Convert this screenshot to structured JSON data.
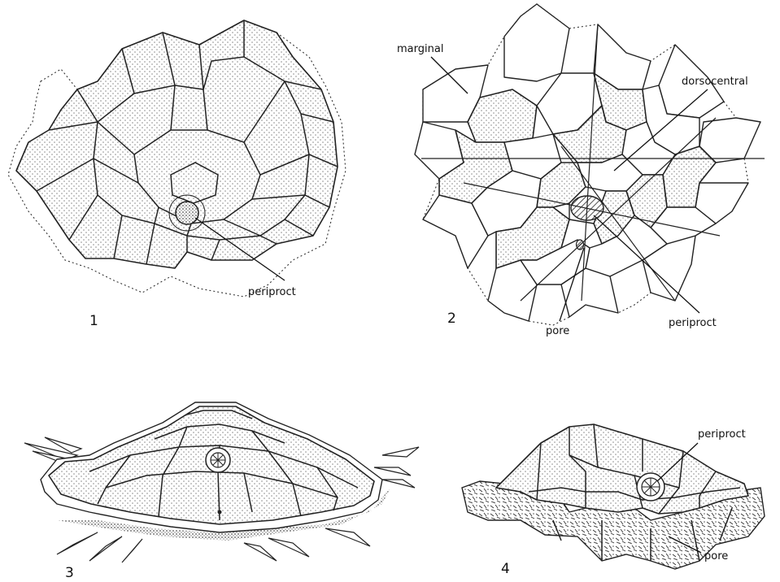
{
  "figures": [
    {
      "number": "1",
      "labels": [
        "periproct"
      ]
    },
    {
      "number": "2",
      "labels": [
        "marginal",
        "dorsocentral",
        "pore",
        "periproct"
      ]
    },
    {
      "number": "3",
      "labels": []
    },
    {
      "number": "4",
      "labels": [
        "periproct",
        "pore"
      ]
    }
  ],
  "colors": {
    "ink": "#111111",
    "paper": "#ffffff",
    "stipple": "#9a9a9a"
  }
}
